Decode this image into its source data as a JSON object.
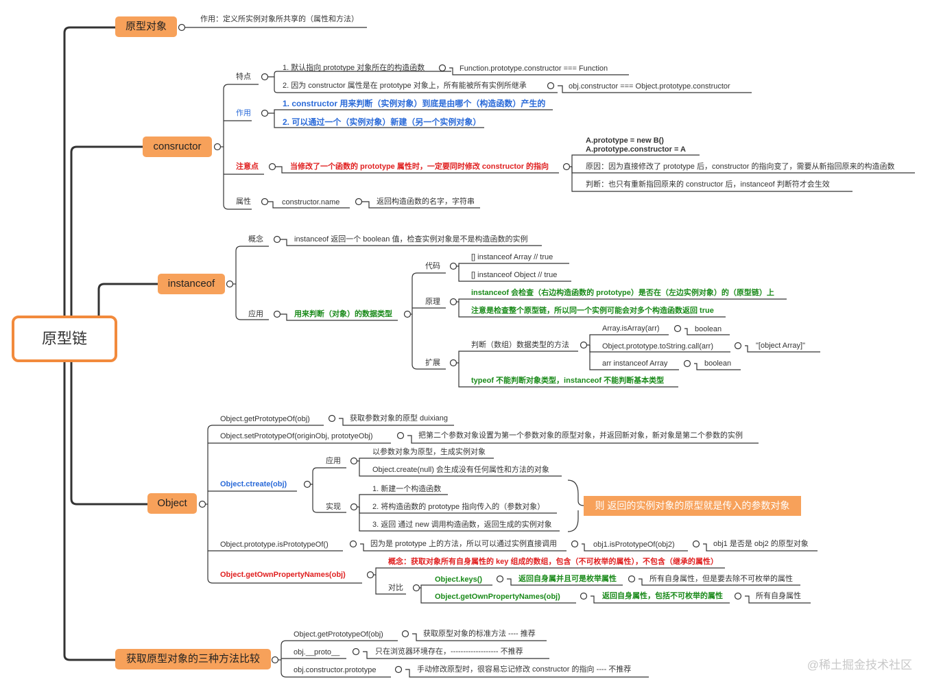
{
  "root": "原型链",
  "b1": {
    "label": "原型对象",
    "desc": "作用：定义所实例对象所共享的（属性和方法）"
  },
  "b2": {
    "label": "consructor",
    "tedian": "特点",
    "td1": "1. 默认指向 prototype 对象所在的构造函数",
    "td1r": "Function.prototype.constructor === Function",
    "td2": "2. 因为 constructor 属性是在 prototype 对象上，所有能被所有实例所继承",
    "td2r": "obj.constructor === Object.prototype.constructor",
    "zuoyong": "作用",
    "zy1": "1. constructor 用来判断（实例对象）到底是由哪个（构造函数）产生的",
    "zy2": "2. 可以通过一个（实例对象）新建（另一个实例对象）",
    "zhuyi": "注意点",
    "zyd": "当修改了一个函数的 prototype 属性时，一定要同时修改 constructor 的指向",
    "code1": "A.prototype = new B()",
    "code2": "A.prototype.constructor = A",
    "yuanyin": "原因：因为直接修改了 prototype 后，constructor 的指向变了，需要从新指回原来的构造函数",
    "panduan": "判断：也只有重新指回原来的 constructor 后，instanceof 判断符才会生效",
    "shuxing": "属性",
    "sx1": "constructor.name",
    "sx2": "返回构造函数的名字，字符串"
  },
  "b3": {
    "label": "instanceof",
    "gainian": "概念",
    "gn": "instanceof 返回一个 boolean 值，检查实例对象是不是构造函数的实例",
    "yingyong": "应用",
    "yy": "用来判断（对象）的数据类型",
    "daima": "代码",
    "dm1": "[] instanceof Array // true",
    "dm2": "[] instanceof Object // true",
    "yuanli": "原理",
    "yl1": "instanceof 会检查（右边构造函数的 prototype）是否在（左边实例对象）的（原型链）上",
    "yl2": "注意是检查整个原型链，所以同一个实例可能会对多个构造函数返回 true",
    "kuozhan": "扩展",
    "kz": "判断（数组）数据类型的方法",
    "kz1": "Array.isArray(arr)",
    "kz1r": "boolean",
    "kz2": "Object.prototype.toString.call(arr)",
    "kz2r": "\"[object Array]\"",
    "kz3": "arr instanceof Array",
    "kz3r": "boolean",
    "kz4": "typeof 不能判断对象类型，instanceof 不能判断基本类型"
  },
  "b4": {
    "label": "Object",
    "gp": "Object.getPrototypeOf(obj)",
    "gpr": "获取参数对象的原型 duixiang",
    "sp": "Object.setPrototypeOf(originObj, prototyeObj)",
    "spr": "把第二个参数对象设置为第一个参数对象的原型对象，并返回新对象，新对象是第二个参数的实例",
    "cr": "Object.ctreate(obj)",
    "cr_yy": "应用",
    "cr_yy1": "以参数对象为原型，生成实例对象",
    "cr_yy2": "Object.create(null) 会生成没有任何属性和方法的对象",
    "cr_sx": "实现",
    "cr_sx1": "1. 新建一个构造函数",
    "cr_sx2": "2. 将构造函数的 prototype 指向传入的（参数对象）",
    "cr_sx3": "3. 返回 通过 new 调用构造函数，返回生成的实例对象",
    "callout": "则 返回的实例对象的原型就是传入的参数对象",
    "ip": "Object.prototype.isPrototypeOf()",
    "ip1": "因为是 prototype 上的方法，所以可以通过实例直接调用",
    "ip2": "obj1.isPrototypeOf(obj2)",
    "ip3": "obj1 是否是 obj2 的原型对象",
    "gop": "Object.getOwnPropertyNames(obj)",
    "gop_gn": "概念：获取对象所有自身属性的 key 组成的数组，包含（不可枚举的属性），不包含（继承的属性）",
    "duibi": "对比",
    "db1": "Object.keys()",
    "db1a": "返回自身属并且可是枚举属性",
    "db1b": "所有自身属性，但是要去除不可枚举的属性",
    "db2": "Object.getOwnPropertyNames(obj)",
    "db2a": "返回自身属性，包括不可枚举的属性",
    "db2b": "所有自身属性"
  },
  "b5": {
    "label": "获取原型对象的三种方法比较",
    "m1": "Object.getPrototypeOf(obj)",
    "m1r": "获取原型对象的标准方法 ---- 推荐",
    "m2": "obj.__proto__",
    "m2r": "只在浏览器环境存在，------------------- 不推荐",
    "m3": "obj.constructor.prototype",
    "m3r": "手动修改原型时，很容易忘记修改 constructor 的指向 ---- 不推荐"
  },
  "watermark": "@稀土掘金技术社区",
  "colors": {
    "node": "#f7a15a",
    "root_border": "#f28a3c",
    "line": "#333333",
    "blue": "#2a6ad8",
    "red": "#e02020",
    "green": "#1a8a1a"
  }
}
